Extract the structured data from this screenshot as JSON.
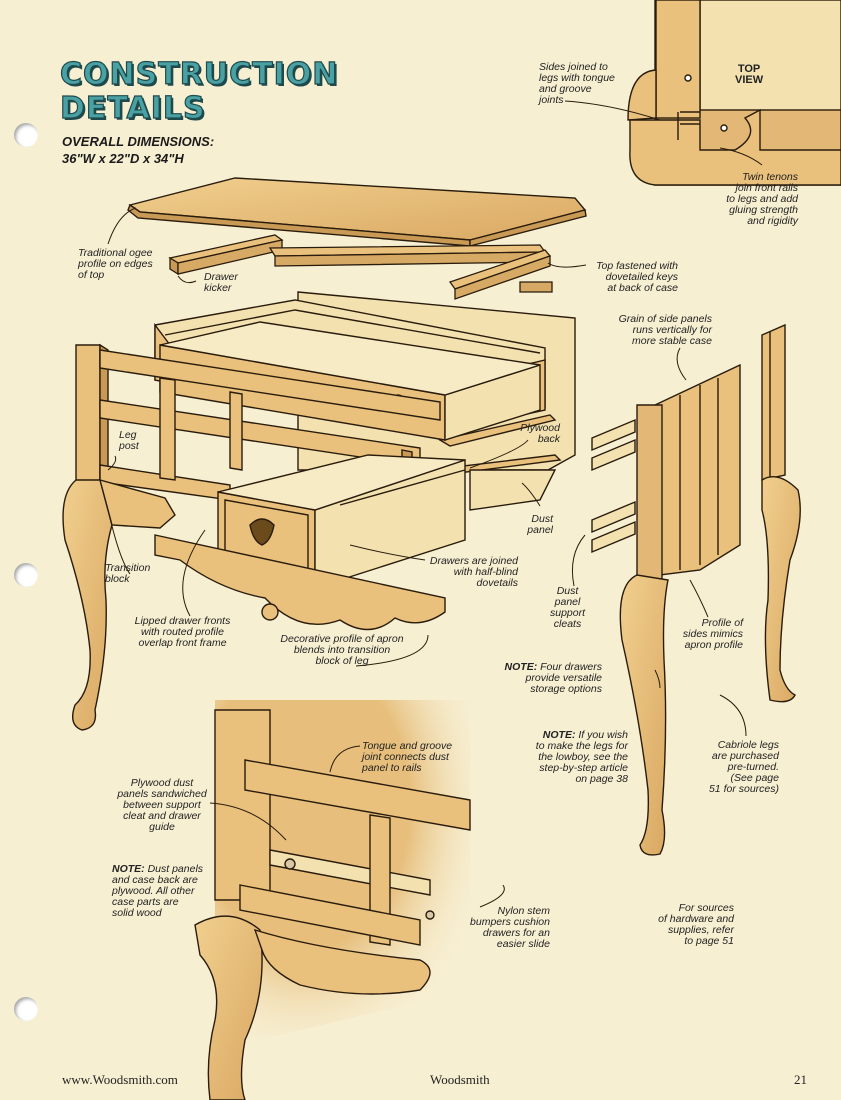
{
  "title": {
    "line1": "CONSTRUCTION",
    "line2": "DETAILS"
  },
  "dimensions": {
    "label": "OVERALL DIMENSIONS:",
    "value": "36\"W x 22\"D x 34\"H"
  },
  "top_view": {
    "label_line1": "TOP",
    "label_line2": "VIEW"
  },
  "callouts": {
    "sides_joined": [
      "Sides joined to",
      "legs with tongue",
      "and groove",
      "joints"
    ],
    "twin_tenons": [
      "Twin tenons",
      "join front rails",
      "to legs and add",
      "gluing strength",
      "and rigidity"
    ],
    "ogee": [
      "Traditional ogee",
      "profile on edges",
      "of top"
    ],
    "kicker": [
      "Drawer",
      "kicker"
    ],
    "top_fastened": [
      "Top fastened with",
      "dovetailed keys",
      "at back of case"
    ],
    "grain": [
      "Grain of side panels",
      "runs vertically for",
      "more stable case"
    ],
    "leg_post": [
      "Leg",
      "post"
    ],
    "plywood_back": [
      "Plywood",
      "back"
    ],
    "dust_panel": [
      "Dust",
      "panel"
    ],
    "transition": [
      "Transition",
      "block"
    ],
    "drawers_joined": [
      "Drawers are joined",
      "with half-blind",
      "dovetails"
    ],
    "cleats": [
      "Dust",
      "panel",
      "support",
      "cleats"
    ],
    "lipped": [
      "Lipped drawer fronts",
      "with routed profile",
      "overlap front frame"
    ],
    "decorative": [
      "Decorative profile of apron",
      "blends into transition",
      "block of leg"
    ],
    "profile_sides": [
      "Profile of",
      "sides mimics",
      "apron profile"
    ],
    "tongue": [
      "Tongue and groove",
      "joint connects dust",
      "panel to rails"
    ],
    "plywood_dust": [
      "Plywood dust",
      "panels sandwiched",
      "between support",
      "cleat and drawer",
      "guide"
    ],
    "cabriole": [
      "Cabriole legs",
      "are purchased",
      "pre-turned.",
      "(See page",
      "51 for sources)"
    ],
    "nylon": [
      "Nylon stem",
      "bumpers cushion",
      "drawers for an",
      "easier slide"
    ],
    "sources": [
      "For sources",
      "of hardware and",
      "supplies, refer",
      "to page 51"
    ]
  },
  "notes": {
    "four_drawers": {
      "head": "NOTE:",
      "lines": [
        " Four drawers",
        "provide versatile",
        "storage options"
      ]
    },
    "legs": {
      "head": "NOTE:",
      "lines": [
        " If you wish",
        "to make the legs for",
        "the lowboy, see the",
        "step-by-step article",
        "on page 38"
      ]
    },
    "dust_plywood": {
      "head": "NOTE:",
      "lines": [
        " Dust panels",
        "and case back are",
        "plywood. All other",
        "case parts are",
        "solid wood"
      ]
    }
  },
  "footer": {
    "url": "www.Woodsmith.com",
    "magazine": "Woodsmith",
    "page": "21"
  },
  "colors": {
    "paper": "#f7efd2",
    "wood": "#e9c07c",
    "wood_dark": "#c99a55",
    "plywood": "#f3e2b0",
    "ink": "#2a1c0c",
    "title": "#49a1a3"
  }
}
